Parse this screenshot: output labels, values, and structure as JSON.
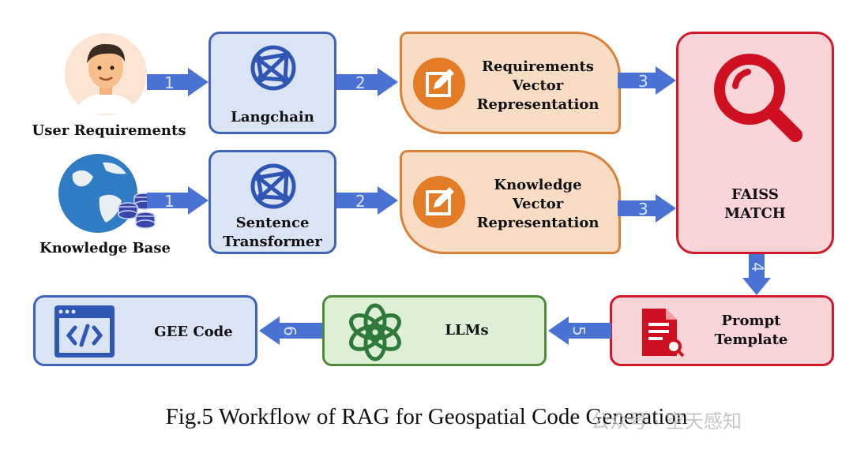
{
  "nodes": {
    "user_requirements": "User  Requirements",
    "knowledge_base": "Knowledge Base",
    "langchain": "Langchain",
    "sentence_transformer": [
      "Sentence",
      "Transformer"
    ],
    "requirements_vector": [
      "Requirements",
      "Vector",
      "Representation"
    ],
    "knowledge_vector": [
      "Knowledge",
      "Vector",
      "Representation"
    ],
    "faiss_match": [
      "FAISS",
      "MATCH"
    ],
    "prompt_template": [
      "Prompt",
      "Template"
    ],
    "llms": "LLMs",
    "gee_code": "GEE Code"
  },
  "steps": {
    "s1a": "1",
    "s1b": "1",
    "s2a": "2",
    "s2b": "2",
    "s3a": "3",
    "s3b": "3",
    "s4": "4",
    "s5": "5",
    "s6": "6"
  },
  "caption": "Fig.5 Workflow of RAG for Geospatial Code Generation",
  "watermark": "公众号 · 空天感知",
  "icons": {
    "user": "person-avatar-icon",
    "knowledge": "globe-database-icon",
    "langchain": "network-globe-icon",
    "sentence_transformer": "network-globe-icon",
    "vector": "edit-pencil-icon",
    "faiss": "magnifier-icon",
    "prompt": "document-search-icon",
    "llms": "openai-knot-icon",
    "gee": "code-window-icon"
  },
  "colors": {
    "blue_border": "#3f64b8",
    "blue_fill": "#dbe4f5",
    "orange_border": "#d9823b",
    "orange_fill": "#f8dcc4",
    "red_border": "#d2192a",
    "red_fill": "#f9d4d8",
    "green_border": "#4f8a3b",
    "green_fill": "#ddefd5",
    "arrow": "#4a72d4"
  }
}
